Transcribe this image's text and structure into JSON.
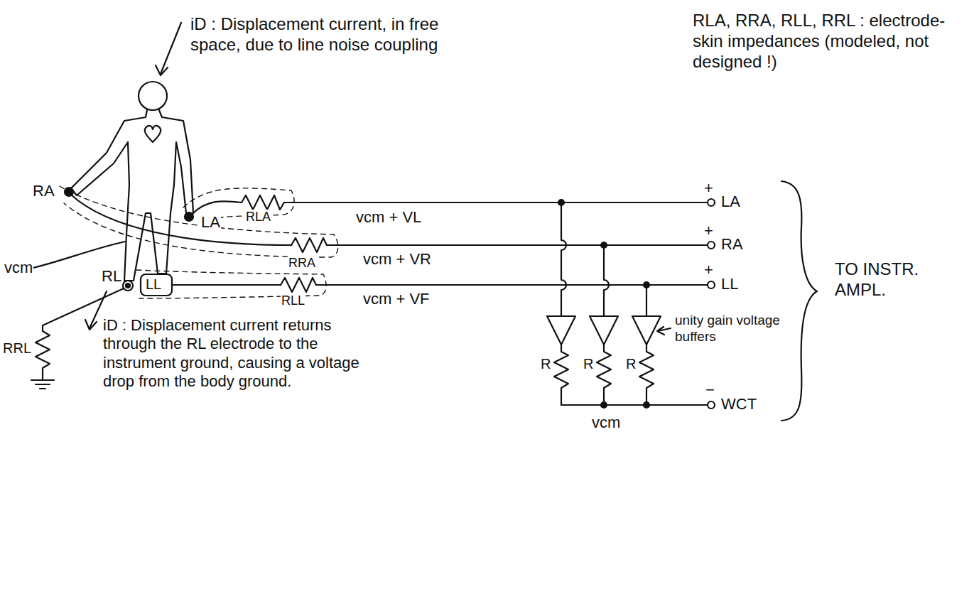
{
  "diagram": {
    "labels": [
      "iD : Displacement current, in free space, due to line noise coupling",
      "RLA, RRA, RLL, RRL : electrode-skin impedances (modeled, not designed !)",
      "RA",
      "LA",
      "RLA",
      "vcm + VL",
      "RRA",
      "vcm + VR",
      "vcm",
      "RL",
      "LL",
      "RLL",
      "vcm + VF",
      "RRL",
      "iD : Displacement current returns through the RL electrode to the instrument ground, causing a voltage drop from the body ground.",
      "+",
      "LA",
      "+",
      "RA",
      "+",
      "LL",
      "unity gain voltage buffers",
      "R",
      "R",
      "R",
      "−",
      "WCT",
      "vcm",
      "TO INSTR. AMPL."
    ]
  }
}
